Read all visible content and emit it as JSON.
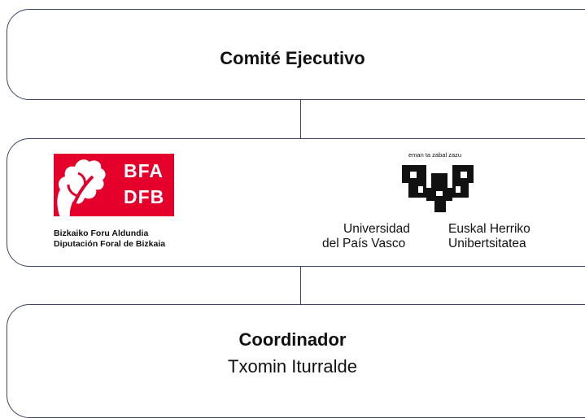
{
  "committee": {
    "title": "Comité Ejecutivo"
  },
  "partners": {
    "bfa": {
      "code_1": "BFA",
      "code_2": "DFB",
      "name_1": "Bizkaiko Foru Aldundia",
      "name_2": "Diputación Foral de Bizkaia",
      "brand_color": "#e4002b"
    },
    "upv": {
      "motto": "eman ta zabal zazu",
      "name_es_1": "Universidad",
      "name_es_2": "del País Vasco",
      "name_eu_1": "Euskal Herriko",
      "name_eu_2": "Unibertsitatea"
    }
  },
  "coordinator": {
    "title": "Coordinador",
    "name": "Txomin Iturralde"
  },
  "colors": {
    "border": "#3a4566",
    "text": "#111111"
  }
}
